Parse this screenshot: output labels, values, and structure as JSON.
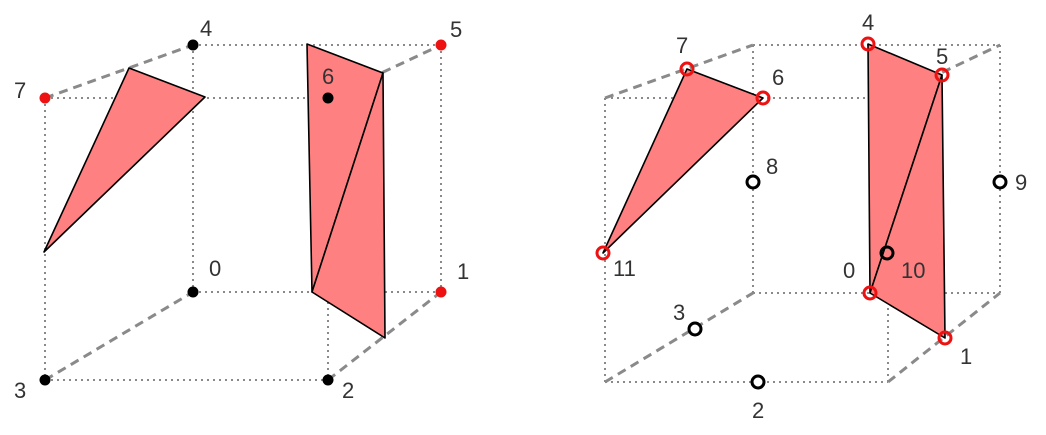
{
  "colors": {
    "fill": "#ff8080",
    "active": "#ee1111",
    "inactive": "#000000",
    "edge": "#8a8a8a"
  },
  "left_cube": {
    "vertex_labels": [
      "0",
      "1",
      "2",
      "3",
      "4",
      "5",
      "6",
      "7"
    ],
    "active_vertices": [
      "1",
      "5",
      "7"
    ]
  },
  "right_cube": {
    "edge_labels": [
      "0",
      "1",
      "2",
      "3",
      "4",
      "5",
      "6",
      "7",
      "8",
      "9",
      "10",
      "11"
    ],
    "active_edges": [
      "0",
      "1",
      "4",
      "5",
      "6",
      "7",
      "11"
    ]
  }
}
